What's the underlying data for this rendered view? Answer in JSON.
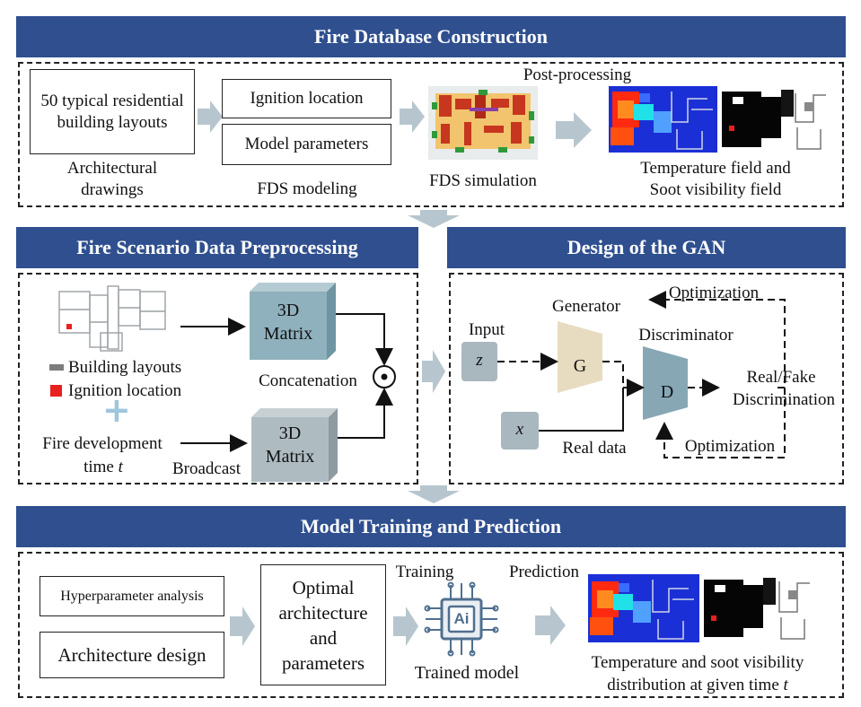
{
  "sections": {
    "fire_db": "Fire Database Construction",
    "preprocess": "Fire Scenario Data Preprocessing",
    "gan": "Design of the GAN",
    "training": "Model Training and Prediction"
  },
  "fire_db": {
    "layouts_box": "50 typical residential building layouts",
    "architectural_drawings": "Architectural drawings",
    "ignition_location": "Ignition location",
    "model_parameters": "Model parameters",
    "fds_modeling": "FDS modeling",
    "fds_simulation": "FDS simulation",
    "post_processing": "Post-processing",
    "temperature_field": "Temperature field and",
    "soot_field": "Soot visibility field"
  },
  "preprocess": {
    "matrix_label_1": "3D",
    "matrix_label_2": "Matrix",
    "building_layouts": "Building layouts",
    "ignition_location": "Ignition location",
    "plus": "+",
    "fire_dev": "Fire development",
    "time_t": "time t",
    "broadcast": "Broadcast",
    "concatenation": "Concatenation"
  },
  "gan": {
    "input": "Input",
    "z": "z",
    "x": "x",
    "generator": "Generator",
    "g": "G",
    "discriminator": "Discriminator",
    "d": "D",
    "optimization_top": "Optimization",
    "optimization_bottom": "Optimization",
    "real_fake_1": "Real/Fake",
    "real_fake_2": "Discrimination",
    "real_data": "Real data"
  },
  "training": {
    "hyperparameter": "Hyperparameter analysis",
    "architecture_design": "Architecture design",
    "optimal_1": "Optimal",
    "optimal_2": "architecture",
    "optimal_3": "and",
    "optimal_4": "parameters",
    "training_label": "Training",
    "prediction_label": "Prediction",
    "chip_text": "Ai",
    "trained_model": "Trained model",
    "distribution_1": "Temperature and soot visibility",
    "distribution_2": "distribution at given time t"
  },
  "colors": {
    "banner": "#2f4f8f",
    "arrow": "#b7c6ce",
    "matrix": "#8fb0bd",
    "generator": "#e8dcc0",
    "discriminator": "#87a7b5",
    "ignition": "#e8201e"
  }
}
